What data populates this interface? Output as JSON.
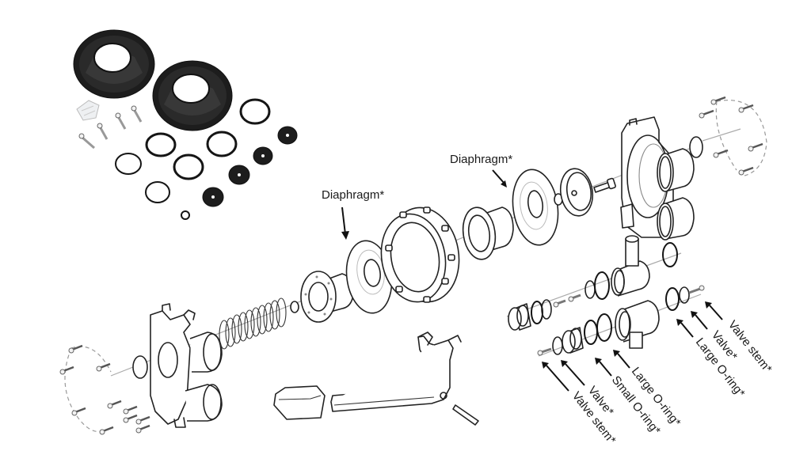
{
  "diagram": {
    "title": "Exploded view of diaphragm pump with repair kit",
    "labels": {
      "diaphragm_left": "Diaphragm*",
      "diaphragm_right": "Diaphragm*",
      "upper_valve_stem": "Valve stem*",
      "upper_valve": "Valve*",
      "upper_large_oring": "Large O-ring*",
      "lower_large_oring": "Large O-ring*",
      "lower_small_oring": "Small O-ring*",
      "lower_valve": "Valve*",
      "lower_valve_stem": "Valve stem*"
    },
    "components": [
      "repair-kit",
      "left-pump-housing",
      "left-housing-screws",
      "spring",
      "spacer-washer",
      "left-piston-flange",
      "left-diaphragm",
      "diaphragm-chamber-ring",
      "right-piston-flange",
      "right-diaphragm",
      "diaphragm-plate",
      "center-bolt",
      "right-pump-housing",
      "right-housing-screws",
      "upper-valve-body",
      "lower-valve-body",
      "valve-caps",
      "pump-handle",
      "handle-grip",
      "handle-pin"
    ],
    "colors": {
      "line": "#222222",
      "rubber": "#1d1d1d",
      "background": "#ffffff"
    }
  }
}
